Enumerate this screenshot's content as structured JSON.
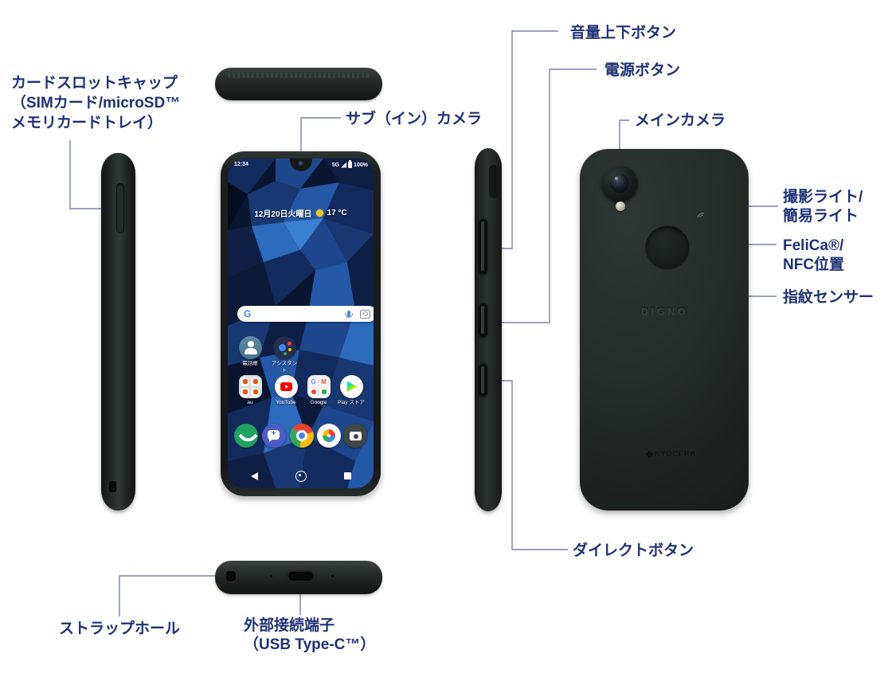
{
  "colors": {
    "label_text": "#1e3176",
    "leader_line": "#7c81ac",
    "phone_body": "#232927",
    "wallpaper_base": "#0a1530",
    "sun": "#f2c12e"
  },
  "labels": {
    "card_slot_line1": "カードスロットキャップ",
    "card_slot_line2": "（SIMカード/microSD™",
    "card_slot_line3": "メモリカードトレイ）",
    "volume": "音量上下ボタン",
    "power": "電源ボタン",
    "sub_camera": "サブ（イン）カメラ",
    "main_camera": "メインカメラ",
    "photo_light_line1": "撮影ライト/",
    "photo_light_line2": "簡易ライト",
    "felica_line1": "FeliCa®/",
    "felica_line2": "NFC位置",
    "fingerprint": "指紋センサー",
    "direct": "ダイレクトボタン",
    "strap": "ストラップホール",
    "usb_line1": "外部接続端子",
    "usb_line2": "（USB Type-C™）"
  },
  "screen": {
    "status": {
      "time": "12:34",
      "network": "5G",
      "battery": "100%"
    },
    "widget": {
      "date": "12月20日火曜日",
      "temp": "17 °C"
    },
    "search": {
      "logo_letter": "G"
    },
    "apps_row1": [
      {
        "label": "電話帳"
      },
      {
        "label": "アシスタント"
      }
    ],
    "apps_row2": [
      {
        "label": "au"
      },
      {
        "label": "YouTube"
      },
      {
        "label": "Google"
      },
      {
        "label": "Play ストア"
      }
    ],
    "folder_minis": {
      "google_g": "G",
      "gmail_m": "M"
    }
  },
  "branding": {
    "back_logo": "DIGNO",
    "maker_logo": "KYOCERA"
  }
}
